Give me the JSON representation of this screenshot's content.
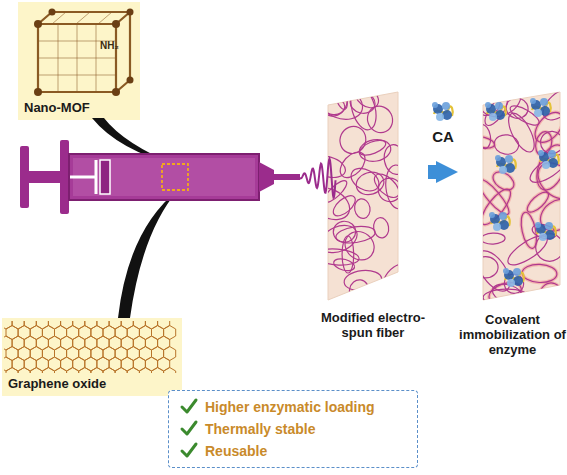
{
  "diagram": {
    "nodes": [
      {
        "text": [
          "Nano-MOF"
        ]
      },
      {
        "text": [
          "Graphene oxide"
        ]
      },
      {
        "text": [
          "Modified electro-spun fiber"
        ]
      },
      {
        "text": [
          "Covalent immobilization of enzyme"
        ]
      },
      {
        "text": [
          "Higher enzymatic loading",
          "Thermally stable",
          "Reusable"
        ]
      }
    ],
    "edges": [
      {
        "from": 2,
        "to": 3,
        "arrow": "to",
        "label": "CA"
      }
    ],
    "labels": [
      "NH₂"
    ]
  }
}
